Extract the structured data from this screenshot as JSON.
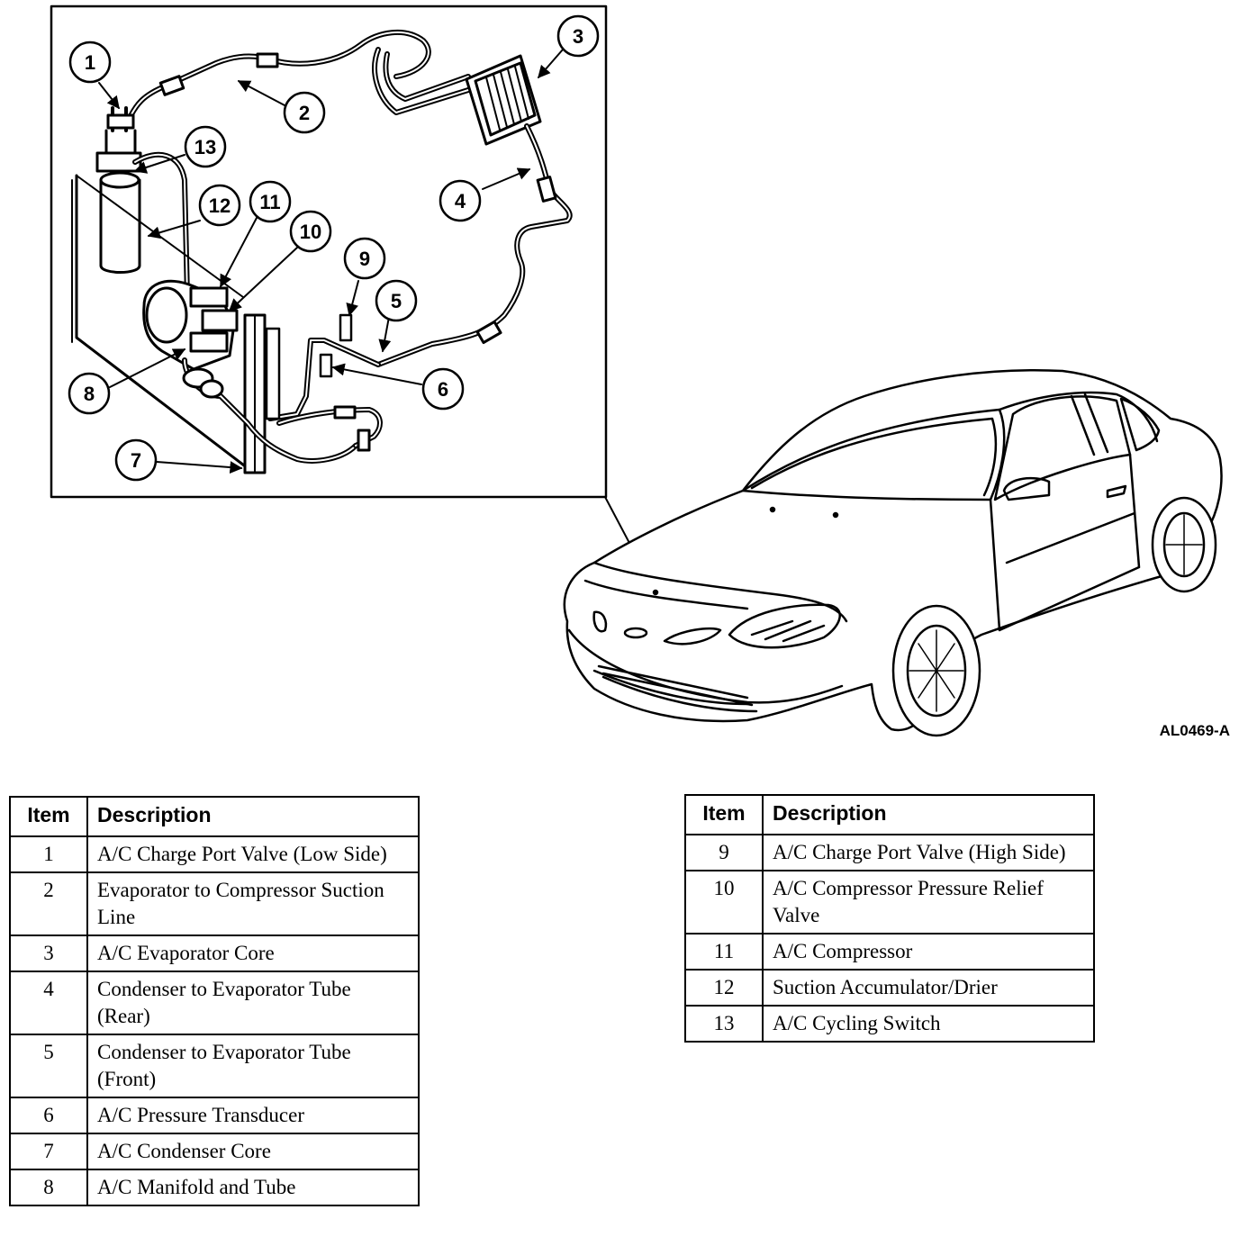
{
  "figure_id": "AL0469-A",
  "callouts": [
    "1",
    "2",
    "3",
    "4",
    "5",
    "6",
    "7",
    "8",
    "9",
    "10",
    "11",
    "12",
    "13"
  ],
  "table_left": {
    "headers": [
      "Item",
      "Description"
    ],
    "rows": [
      {
        "item": "1",
        "desc": "A/C Charge Port Valve (Low Side)"
      },
      {
        "item": "2",
        "desc": "Evaporator to Compressor Suction Line"
      },
      {
        "item": "3",
        "desc": "A/C Evaporator Core"
      },
      {
        "item": "4",
        "desc": "Condenser to Evaporator Tube (Rear)"
      },
      {
        "item": "5",
        "desc": "Condenser to Evaporator Tube (Front)"
      },
      {
        "item": "6",
        "desc": "A/C Pressure Transducer"
      },
      {
        "item": "7",
        "desc": "A/C Condenser Core"
      },
      {
        "item": "8",
        "desc": "A/C Manifold and Tube"
      }
    ]
  },
  "table_right": {
    "headers": [
      "Item",
      "Description"
    ],
    "rows": [
      {
        "item": "9",
        "desc": "A/C Charge Port Valve (High Side)"
      },
      {
        "item": "10",
        "desc": "A/C Compressor Pressure Relief Valve"
      },
      {
        "item": "11",
        "desc": "A/C Compressor"
      },
      {
        "item": "12",
        "desc": "Suction Accumulator/Drier"
      },
      {
        "item": "13",
        "desc": "A/C Cycling Switch"
      }
    ]
  }
}
